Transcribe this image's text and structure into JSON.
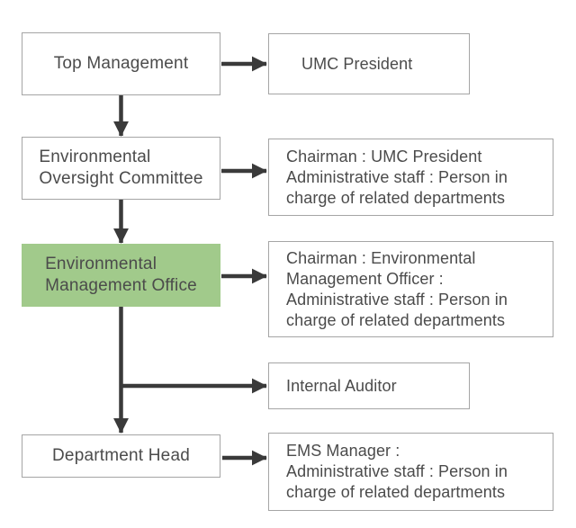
{
  "colors": {
    "accent_green": "#a1ca8b",
    "box_border": "#a5a5a5",
    "arrow": "#3a3a3a",
    "text": "#4b4b4b"
  },
  "nodes": {
    "left": [
      {
        "id": "top-management",
        "highlight": false,
        "lines": [
          "Top Management"
        ]
      },
      {
        "id": "environmental-oversight-committee",
        "highlight": false,
        "lines": [
          "Environmental",
          "Oversight Committee"
        ]
      },
      {
        "id": "environmental-management-office",
        "highlight": true,
        "lines": [
          "Environmental",
          "Management Office"
        ]
      },
      {
        "id": "department-head",
        "highlight": false,
        "lines": [
          "Department Head"
        ]
      }
    ],
    "right": [
      {
        "id": "umc-president",
        "lines": [
          "UMC President"
        ]
      },
      {
        "id": "eoc-members",
        "lines": [
          "Chairman : UMC President",
          "Administrative staff : Person in",
          "charge of related departments"
        ]
      },
      {
        "id": "emo-members",
        "lines": [
          "Chairman : Environmental",
          "Management Officer :",
          "Administrative staff : Person in",
          "charge of related departments"
        ]
      },
      {
        "id": "internal-auditor",
        "lines": [
          "Internal Auditor"
        ]
      },
      {
        "id": "dept-head-members",
        "lines": [
          "EMS Manager :",
          "Administrative staff : Person in",
          "charge of related departments"
        ]
      }
    ]
  }
}
